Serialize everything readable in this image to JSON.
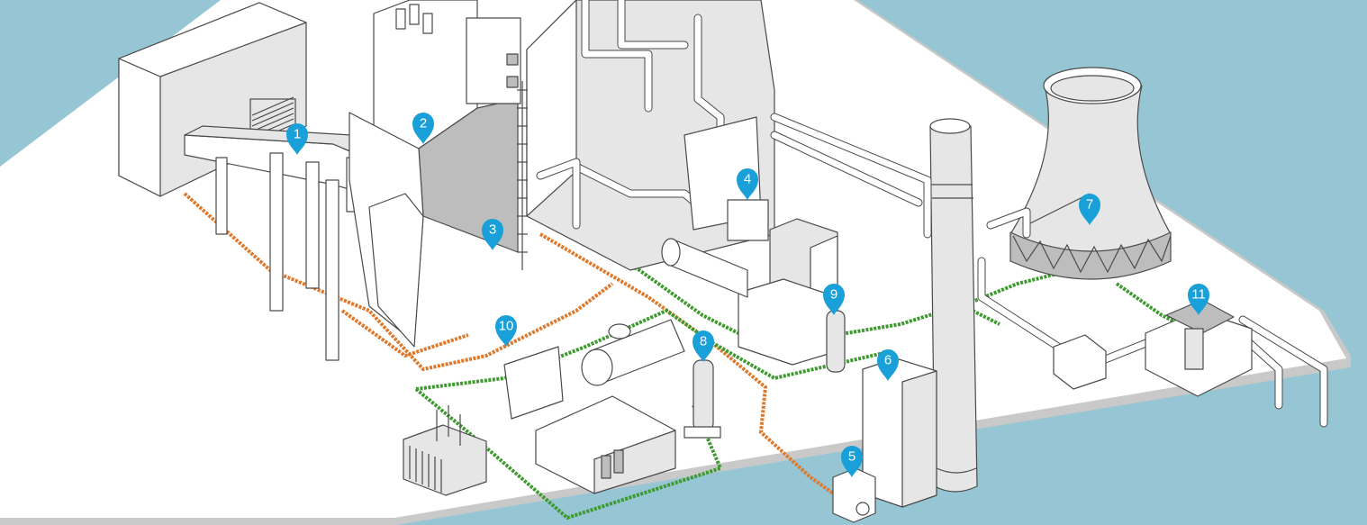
{
  "colors": {
    "water": "#96c5d3",
    "ground": "#ffffff",
    "marker": "#1aa0d8",
    "cable_orange": "#e0782a",
    "cable_green": "#3d9a2e",
    "outline": "#4a4a4a"
  },
  "markers": [
    {
      "id": "marker-1",
      "label": "1"
    },
    {
      "id": "marker-2",
      "label": "2"
    },
    {
      "id": "marker-3",
      "label": "3"
    },
    {
      "id": "marker-4",
      "label": "4"
    },
    {
      "id": "marker-5",
      "label": "5"
    },
    {
      "id": "marker-6",
      "label": "6"
    },
    {
      "id": "marker-7",
      "label": "7"
    },
    {
      "id": "marker-8",
      "label": "8"
    },
    {
      "id": "marker-9",
      "label": "9"
    },
    {
      "id": "marker-10",
      "label": "10"
    },
    {
      "id": "marker-11",
      "label": "11"
    }
  ]
}
